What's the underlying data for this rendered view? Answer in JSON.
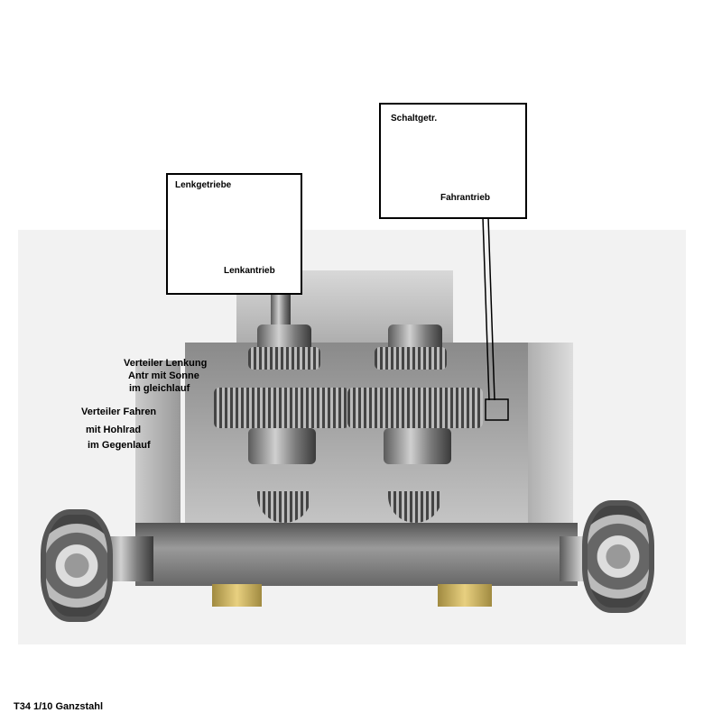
{
  "annotations": {
    "steering_box": {
      "title": "Lenkgetriebe",
      "output": "Lenkantrieb"
    },
    "gearbox_box": {
      "title": "Schaltgetr.",
      "output": "Fahrantrieb"
    },
    "diff_steering": [
      "Verteiler Lenkung",
      "Antr mit Sonne",
      "im gleichlauf"
    ],
    "diff_drive": [
      "Verteiler Fahren",
      "mit Hohlrad",
      "im Gegenlauf"
    ]
  },
  "caption": "T34 1/10 Ganzstahl"
}
